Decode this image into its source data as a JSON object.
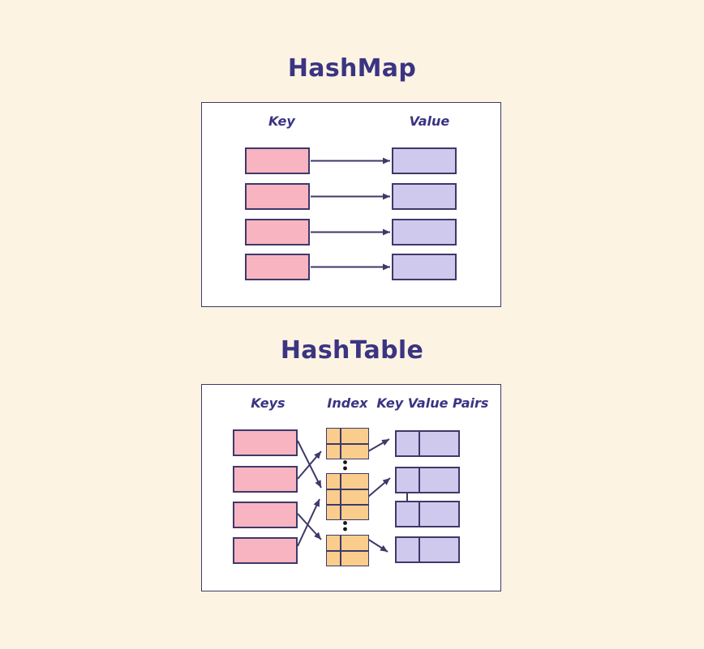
{
  "colors": {
    "background": "#fdf3e3",
    "panel_background": "#ffffff",
    "outline": "#3d3969",
    "heading_text": "#3a3482",
    "key_box_fill": "#f9b4c1",
    "value_box_fill": "#cfc9ee",
    "index_cell_fill": "#fbcd8d",
    "ellipsis_dots": "#161616"
  },
  "hashmap": {
    "title": "HashMap",
    "key_header": "Key",
    "value_header": "Value",
    "key_count": 4,
    "value_count": 4
  },
  "hashtable": {
    "title": "HashTable",
    "keys_header": "Keys",
    "index_header": "Index",
    "pairs_header": "Key Value Pairs",
    "key_count": 4,
    "index_buckets": [
      {
        "rows": 2
      },
      {
        "rows": 3
      },
      {
        "rows": 2
      }
    ],
    "pair_count": 4
  }
}
